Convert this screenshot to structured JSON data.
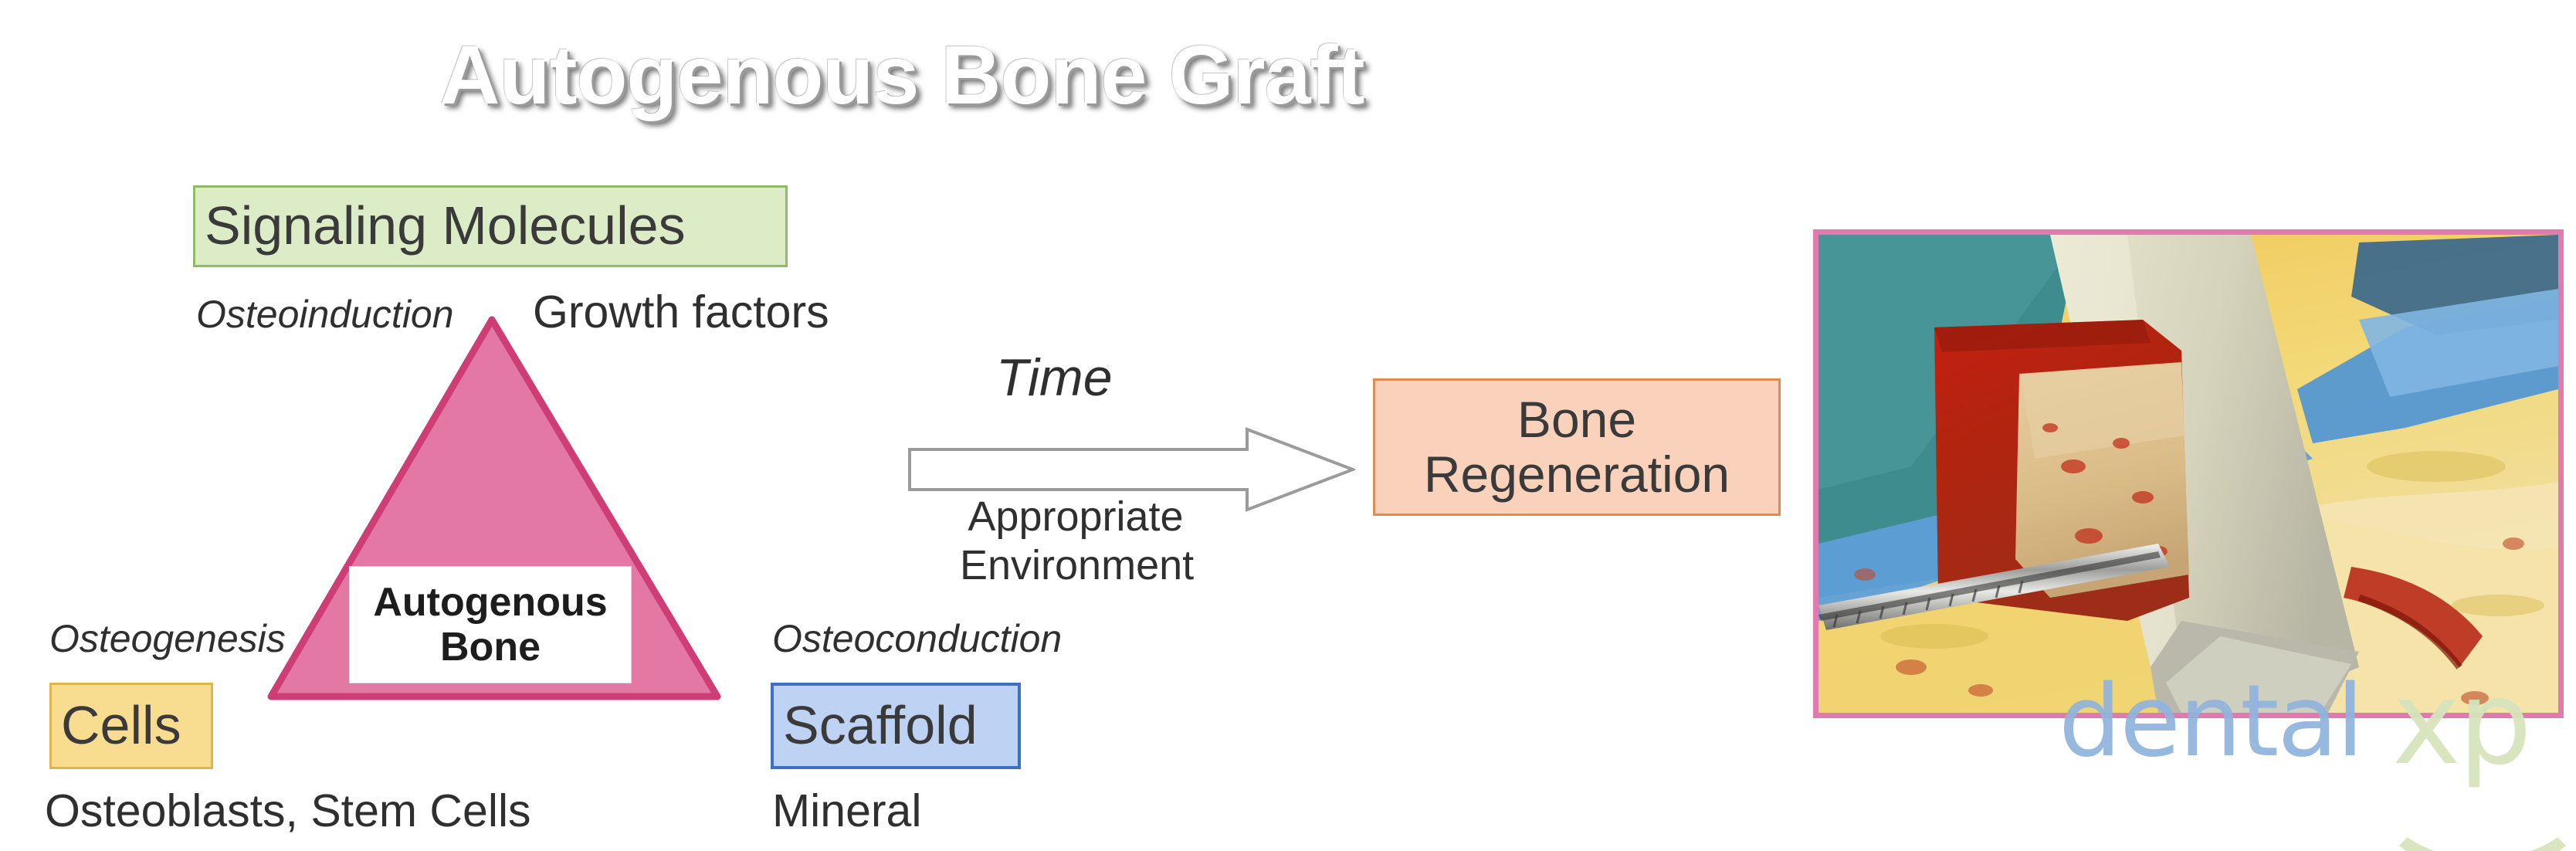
{
  "title": "Autogenous Bone Graft",
  "boxes": {
    "signaling": {
      "label": "Signaling Molecules",
      "fill": "#dcecc6",
      "border": "#8fbc63"
    },
    "cells": {
      "label": "Cells",
      "fill": "#f8dc90",
      "border": "#e0b54a"
    },
    "scaffold": {
      "label": "Scaffold",
      "fill": "#bed2f3",
      "border": "#3d6fc4"
    },
    "regeneration": {
      "line1": "Bone",
      "line2": "Regeneration",
      "fill": "#fad2bb",
      "border": "#df8c52"
    }
  },
  "triangle": {
    "fill": "#e378a4",
    "border": "#cf3d77",
    "core_line1": "Autogenous",
    "core_line2": "Bone"
  },
  "labels": {
    "osteoinduction": "Osteoinduction",
    "growth_factors": "Growth factors",
    "osteogenesis": "Osteogenesis",
    "osteoconduction": "Osteoconduction",
    "osteoblasts": "Osteoblasts, Stem Cells",
    "mineral": "Mineral"
  },
  "process": {
    "time": "Time",
    "environment_line1": "Appropriate",
    "environment_line2": "Environment",
    "arrow": "right-arrow-outline"
  },
  "photo": {
    "alt": "surgical-bone-graft-harvest-photo",
    "border_color": "#e07bb0"
  },
  "watermark": {
    "brand_first": "dental",
    "brand_second": "xp",
    "color_first": "#8fb4dd",
    "color_second": "#d6e4bb"
  }
}
